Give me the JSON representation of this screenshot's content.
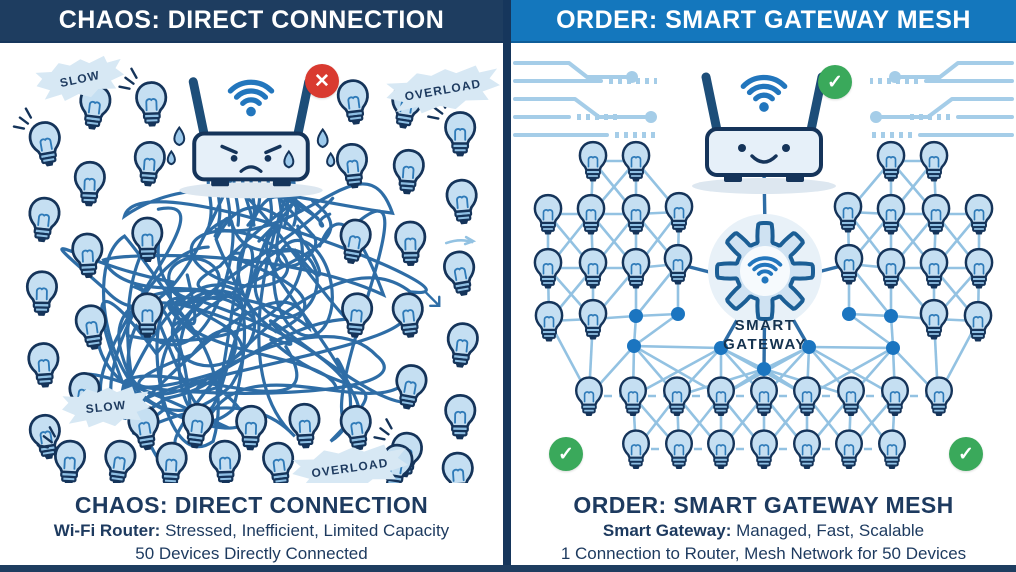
{
  "left_panel": {
    "header": "CHAOS: DIRECT CONNECTION",
    "status_glyph": "✕",
    "burst_labels": {
      "top_left": "SLOW",
      "top_right": "OVERLOAD",
      "bottom_left": "SLOW",
      "bottom_center": "OVERLOAD"
    },
    "caption": {
      "title": "CHAOS: DIRECT CONNECTION",
      "line1_label": "Wi-Fi Router:",
      "line1_text": " Stressed, Inefficient, Limited Capacity",
      "line2": "50 Devices Directly Connected"
    },
    "device_count": 50
  },
  "right_panel": {
    "header": "ORDER: SMART GATEWAY MESH",
    "status_glyph": "✓",
    "gateway_label_line1": "SMART",
    "gateway_label_line2": "GATEWAY",
    "caption": {
      "title": "ORDER: SMART GATEWAY MESH",
      "line1_label": "Smart Gateway:",
      "line1_text": " Managed, Fast, Scalable",
      "line2": "1 Connection to Router, Mesh Network for 50 Devices"
    },
    "device_count": 50
  },
  "colors": {
    "header_navy": "#1e3d60",
    "header_blue": "#1477bd",
    "text_navy": "#1d3a5f",
    "wire": "#2e6da6",
    "mesh_line": "#93c2e2",
    "junction_dot": "#1b75c0",
    "bulb_fill": "#c5dff2",
    "bulb_stroke": "#15345a",
    "filament": "#2e7ab8",
    "bulb_base": "#8fc0e4",
    "router_fill": "#e6f0f9",
    "antenna": "#1d4e79",
    "wifi": "#2276bd",
    "gear_fill": "#cfe2f2",
    "gear_stroke": "#1b5e95",
    "circuit_decor": "#a5cde8",
    "error_red": "#d93a30",
    "success_green": "#3aa95b",
    "burst_bg": "#d7e8f4"
  }
}
